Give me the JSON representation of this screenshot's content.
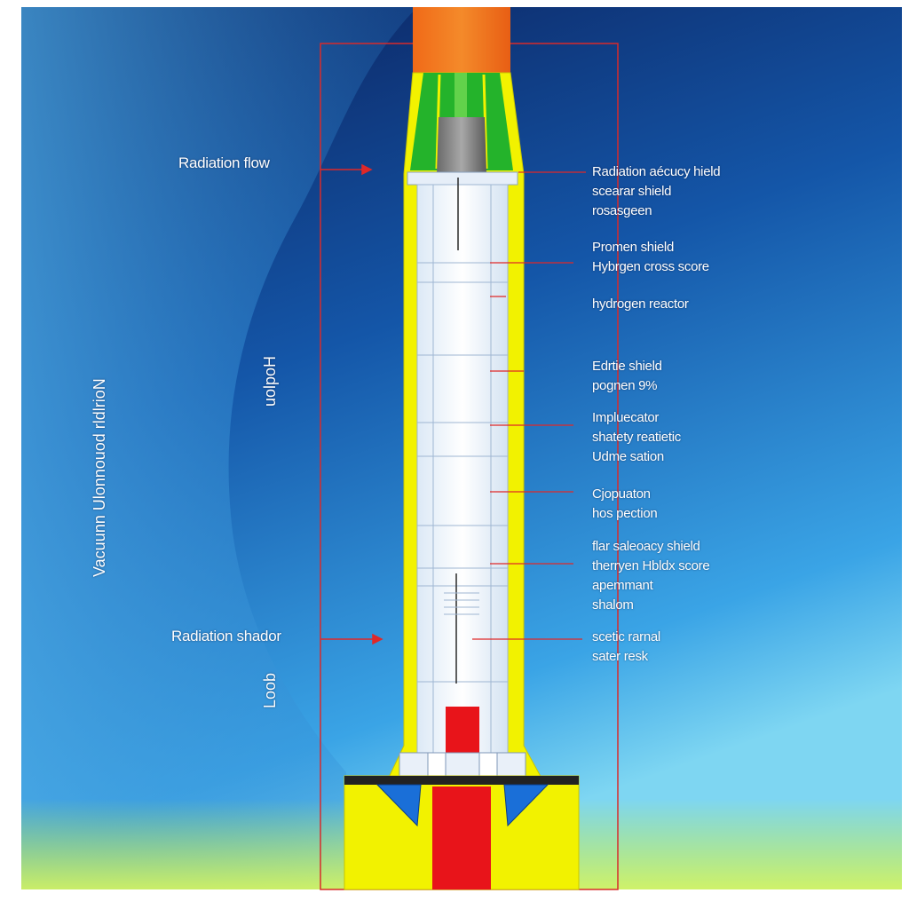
{
  "labels_left": {
    "radiation_flow": "Radiation flow",
    "radiation_shadow": "Radiation shador"
  },
  "vertical_labels": {
    "far_left": "Vacuunn Ulonnouod rldlrioN",
    "mid_upper": "uolpoH",
    "mid_lower": "Loob"
  },
  "callouts": [
    {
      "lines": [
        "Radiation aécucy hield",
        "scearar shield",
        "rosasgeen"
      ]
    },
    {
      "lines": [
        "Promen shield",
        "Hybrgen cross score"
      ]
    },
    {
      "lines": [
        "hydrogen reactor"
      ]
    },
    {
      "lines": [
        "Edrtie shield",
        "pognen 9%"
      ]
    },
    {
      "lines": [
        "Impluecator",
        "shatety reatietic",
        "Udme sation"
      ]
    },
    {
      "lines": [
        "Cjopuaton",
        "hos pection"
      ]
    },
    {
      "lines": [
        "flar saleoacy shield",
        "therryen Hbldx score",
        "apemmant",
        "shalom"
      ]
    },
    {
      "lines": [
        "scetic rarnal",
        "sater resk"
      ]
    }
  ],
  "colors": {
    "bg_top": "#0a1f5c",
    "bg_bottom": "#4fb8ee",
    "shield_yellow": "#f2f200",
    "core_red": "#e8141a",
    "top_orange": "#f07a1c",
    "green_band": "#24b32b",
    "leader_red": "#e02828"
  }
}
